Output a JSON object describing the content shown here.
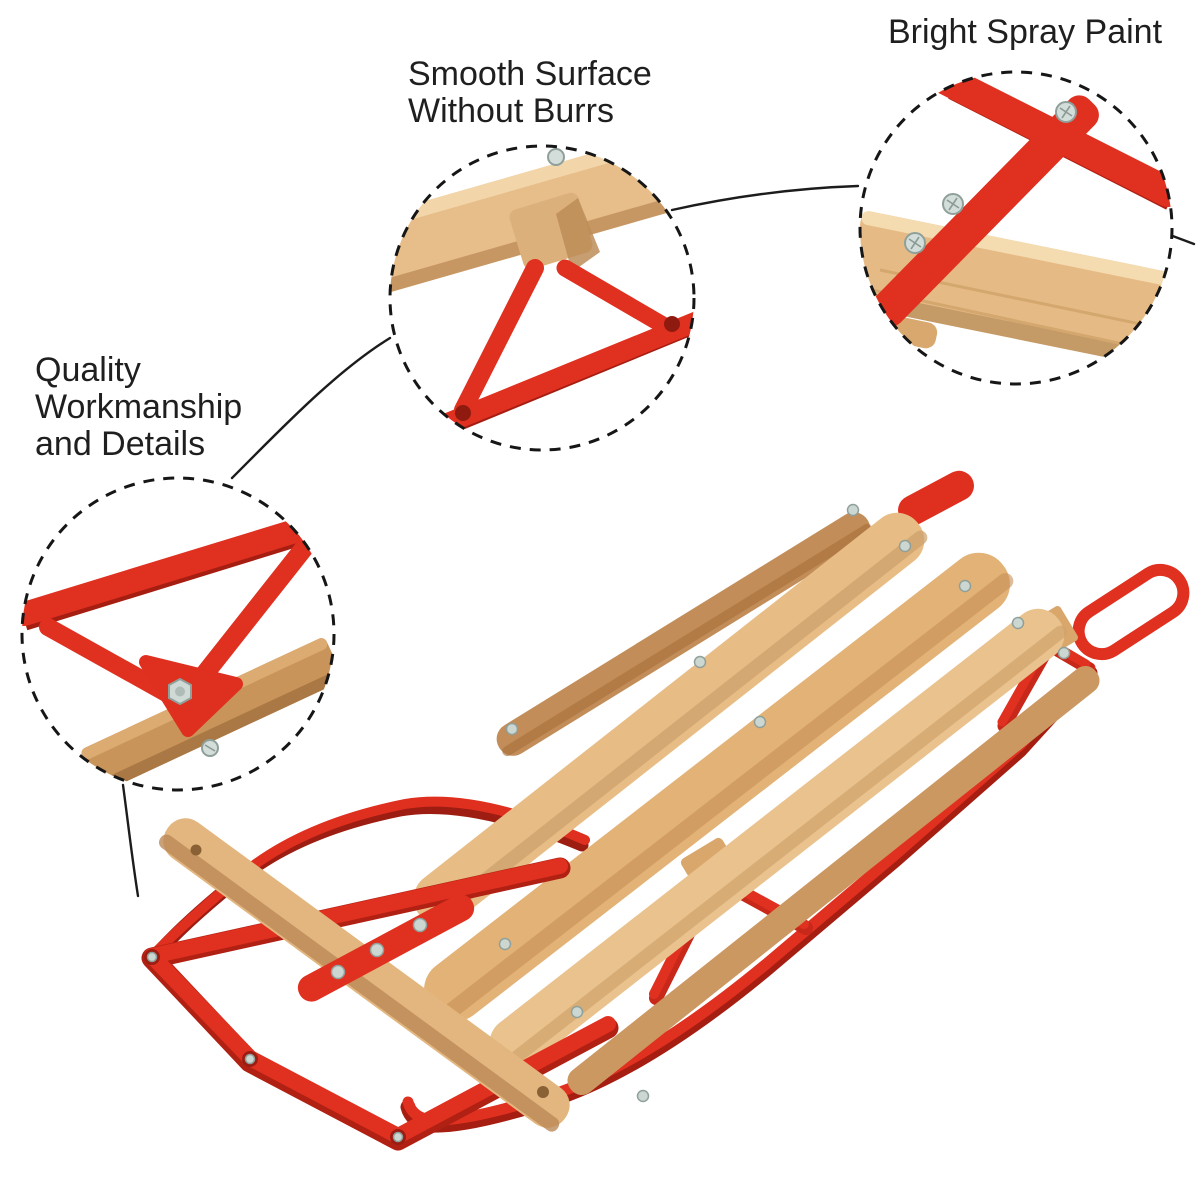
{
  "background": "#ffffff",
  "callouts": [
    {
      "id": "quality-workmanship",
      "label_lines": [
        "Quality",
        "Workmanship",
        "and Details"
      ]
    },
    {
      "id": "smooth-surface",
      "label_lines": [
        "Smooth Surface",
        "Without Burrs"
      ]
    },
    {
      "id": "bright-spray-paint",
      "label_lines": [
        "Bright Spray Paint"
      ]
    }
  ],
  "colors": {
    "metal_red": "#e0301f",
    "metal_red_dark": "#a61d12",
    "metal_red_deep": "#8e1b12",
    "wood_light": "#e8bd85",
    "wood_mid": "#e3b277",
    "wood_dark_rail": "#c28d58",
    "wood_block": "#d9a76c",
    "screw_silver": "#ccd7d2",
    "leader_line": "#1c1c1c",
    "text": "#1f1f1f"
  }
}
